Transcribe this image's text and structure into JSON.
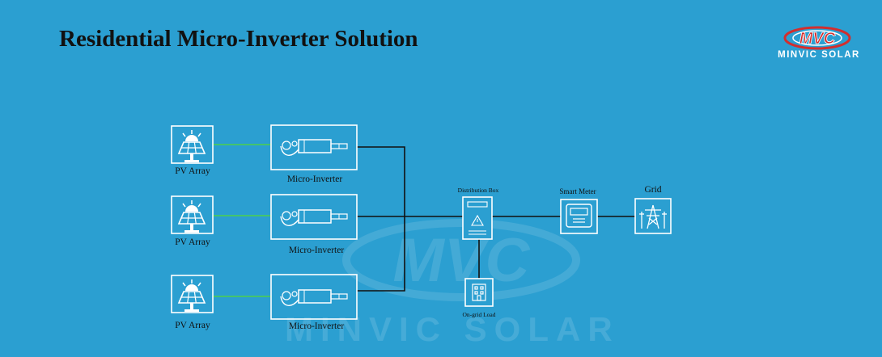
{
  "title": "Residential Micro-Inverter Solution",
  "logo": {
    "mark": "MVC",
    "name": "MINVIC SOLAR"
  },
  "watermark": {
    "mark": "MVC",
    "name": "MINVIC SOLAR"
  },
  "nodes": {
    "pv_label": "PV Array",
    "inverter_label": "Micro-Inverter",
    "distribution_box": "Distribution Box",
    "smart_meter": "Smart Meter",
    "grid": "Grid",
    "load": "On-grid Load"
  },
  "colors": {
    "background": "#2b9fd1",
    "title": "#111111",
    "wire": "#111111",
    "dc_link": "#4cd04c",
    "icon": "#ffffff",
    "logo_red": "#d22e2e"
  },
  "icons": [
    "solar-panel-icon",
    "micro-inverter-icon",
    "distribution-box-icon",
    "smart-meter-icon",
    "transmission-tower-icon",
    "building-icon"
  ]
}
